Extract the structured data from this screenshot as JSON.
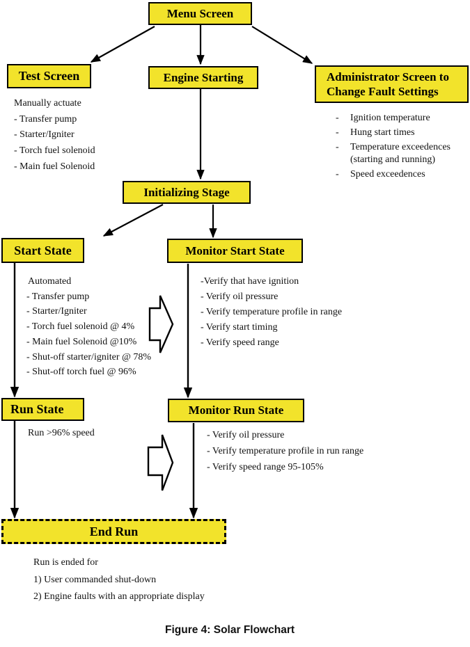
{
  "figure": {
    "caption": "Figure 4: Solar Flowchart"
  },
  "colors": {
    "node_fill": "#F2E32B",
    "node_border": "#000000",
    "connector": "#000000",
    "block_arrow_fill": "#FFFFFF",
    "background": "#FFFFFF"
  },
  "nodes": {
    "menu_screen": "Menu Screen",
    "test_screen": "Test Screen",
    "engine_starting": "Engine Starting",
    "admin_screen": "Administrator Screen to Change Fault Settings",
    "initializing_stage": "Initializing Stage",
    "start_state": "Start State",
    "monitor_start_state": "Monitor Start State",
    "run_state": "Run State",
    "monitor_run_state": "Monitor Run State",
    "end_run": "End Run"
  },
  "test_screen_notes": {
    "heading": "Manually actuate",
    "items": [
      "- Transfer pump",
      "-  Starter/Igniter",
      "- Torch fuel solenoid",
      "- Main fuel Solenoid"
    ]
  },
  "admin_notes": {
    "bullet": "-",
    "items": [
      "Ignition temperature",
      "Hung start times",
      "Temperature exceedences (starting  and running)",
      "Speed exceedences"
    ]
  },
  "start_state_notes": {
    "heading": "Automated",
    "items": [
      "- Transfer pump",
      "-  Starter/Igniter",
      "- Torch fuel solenoid @ 4%",
      "- Main fuel Solenoid @10%",
      "- Shut-off starter/igniter @ 78%",
      "- Shut-off torch fuel @ 96%"
    ]
  },
  "monitor_start_notes": {
    "items": [
      "-Verify that have ignition",
      "- Verify oil pressure",
      "- Verify temperature profile in range",
      "- Verify start timing",
      "- Verify speed range"
    ]
  },
  "run_state_notes": {
    "text": "Run >96% speed"
  },
  "monitor_run_notes": {
    "items": [
      "- Verify oil pressure",
      "-  Verify temperature profile in run range",
      "- Verify speed range 95-105%"
    ]
  },
  "end_run_notes": {
    "heading": "Run is ended for",
    "items": [
      "1)  User commanded shut-down",
      "2)   Engine faults with an appropriate display"
    ]
  }
}
